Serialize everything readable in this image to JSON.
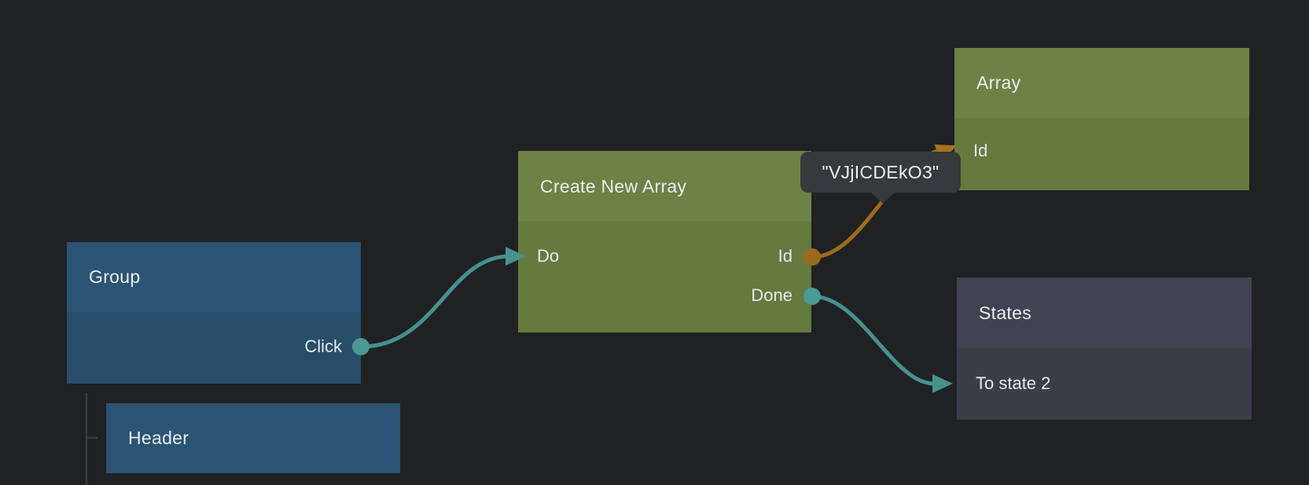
{
  "canvas": {
    "type": "node-graph-editor",
    "background_color": "#202123"
  },
  "nodes": [
    {
      "title": "Group",
      "color_role": "visual-blue",
      "header_color": "#2c5474",
      "body_color": "#284d6b",
      "ports": [
        {
          "label": "Click",
          "direction": "output",
          "type": "signal"
        }
      ]
    },
    {
      "title": "Header",
      "color_role": "visual-blue",
      "header_color": "#2c5474",
      "ports": []
    },
    {
      "title": "Create New Array",
      "color_role": "logic-green",
      "header_color": "#6d8245",
      "body_color": "#657a3e",
      "ports": [
        {
          "label": "Do",
          "direction": "input",
          "type": "signal"
        },
        {
          "label": "Id",
          "direction": "output",
          "type": "value"
        },
        {
          "label": "Done",
          "direction": "output",
          "type": "signal"
        }
      ]
    },
    {
      "title": "Array",
      "color_role": "logic-green",
      "header_color": "#6d8245",
      "body_color": "#657a3e",
      "ports": [
        {
          "label": "Id",
          "direction": "input",
          "type": "value"
        }
      ]
    },
    {
      "title": "States",
      "color_role": "logic-gray",
      "header_color": "#3f4450",
      "body_color": "#393e49",
      "ports": [
        {
          "label": "To state 2",
          "direction": "input",
          "type": "signal"
        }
      ]
    }
  ],
  "connections": [
    {
      "from": "Group.Click",
      "to": "Create New Array.Do",
      "color": "#459190",
      "kind": "signal"
    },
    {
      "from": "Create New Array.Id",
      "to": "Array.Id",
      "color": "#9c6c1c",
      "kind": "value",
      "value_label": "\"VJjICDEkO3\""
    },
    {
      "from": "Create New Array.Done",
      "to": "States.To state 2",
      "color": "#459190",
      "kind": "signal"
    }
  ],
  "tooltip": {
    "text": "\"VJjICDEkO3\"",
    "background_color": "#37393c"
  },
  "hierarchy_line": {
    "parent": "Group",
    "child": "Header",
    "color": "#3d3e3e"
  },
  "palette": {
    "wire_teal": "#459190",
    "dot_teal": "#4a9a95",
    "wire_orange": "#9c6c1c",
    "dot_orange": "#9a6a1c",
    "node_text": "#e9eff0"
  }
}
